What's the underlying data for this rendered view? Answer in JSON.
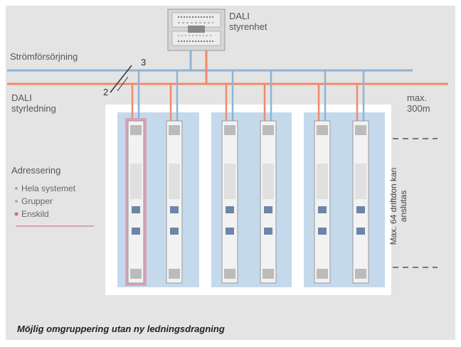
{
  "colors": {
    "background": "#e4e4e4",
    "power_line": "#8fb3d6",
    "dali_line": "#f08a6c",
    "group_box": "#c5d9ec",
    "highlight": "#d9a3b7"
  },
  "labels": {
    "controller": [
      "DALI",
      "styrenhet"
    ],
    "power": "Strömförsörjning",
    "dali_line": [
      "DALI",
      "styrledning"
    ],
    "max_length": [
      "max.",
      "300m"
    ],
    "wire_count_a": "3",
    "wire_count_b": "2",
    "max_drivers": [
      "Max. 64 driftdon kan",
      "anslutas"
    ],
    "addressing_title": "Adressering",
    "addressing_items": [
      "Hela systemet",
      "Grupper",
      "Enskild"
    ],
    "caption": "Möjlig omgruppering utan ny ledningsdragning"
  }
}
